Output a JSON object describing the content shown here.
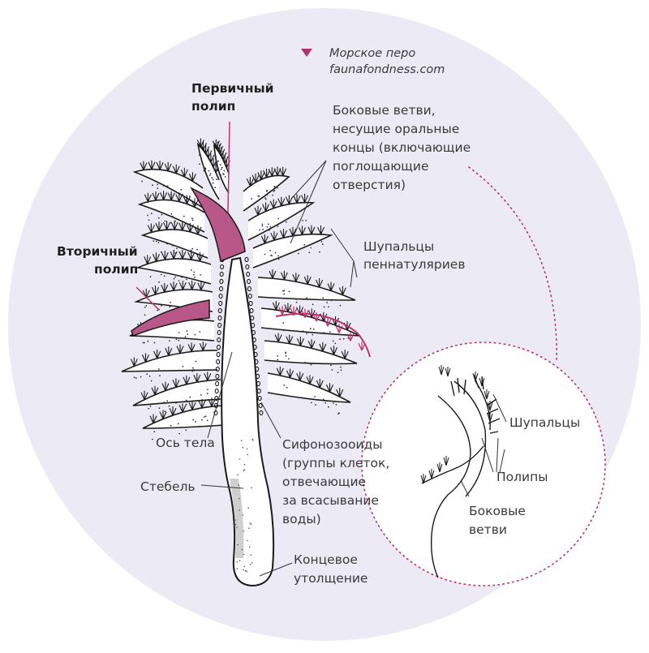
{
  "source": {
    "title": "Морское перо",
    "site": "faunafondness.com"
  },
  "labels": {
    "primary_polyp": [
      "Первичный",
      "полип"
    ],
    "secondary_polyp": [
      "Вторичный",
      "полип"
    ],
    "lateral_branches": [
      "Боковые ветви,",
      "несущие оральные",
      "концы (включающие",
      "поглощающие",
      "отверстия)"
    ],
    "tentacles_pennatularia": [
      "Шупальцы",
      "пеннатуляриев"
    ],
    "body_axis": "Ось тела",
    "siphonozooids": [
      "Сифонозооиды",
      "(группы клеток,",
      "отвечающие",
      "за всасывание",
      "воды)"
    ],
    "stalk": "Стебель",
    "terminal_bulb": [
      "Концевое",
      "утолщение"
    ]
  },
  "inset_labels": {
    "tentacles": "Шупальцы",
    "polyps": "Полипы",
    "branches": [
      "Боковые",
      "ветви"
    ]
  },
  "colors": {
    "accent": "#b0306e",
    "polyp_fill": "#b85888",
    "background_circle": "#ecebf5",
    "ink": "#1a1a1a",
    "text": "#3a3a3a"
  }
}
